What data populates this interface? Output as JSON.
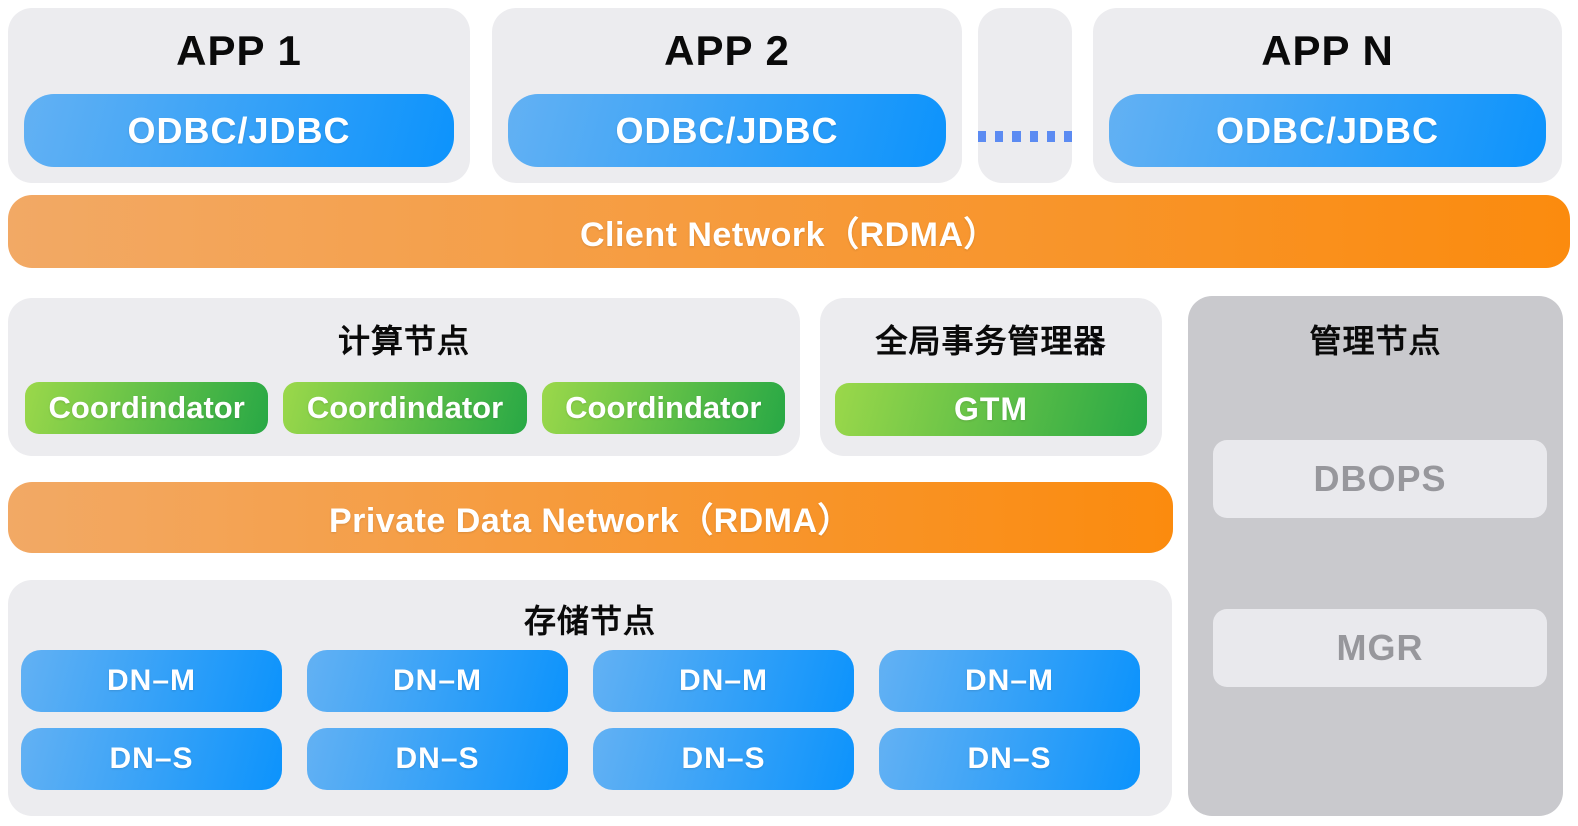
{
  "apps": [
    {
      "title": "APP 1",
      "driver": "ODBC/JDBC"
    },
    {
      "title": "APP 2",
      "driver": "ODBC/JDBC"
    },
    {
      "title": "APP N",
      "driver": "ODBC/JDBC"
    }
  ],
  "client_network": {
    "label": "Client Network（RDMA）"
  },
  "compute": {
    "title": "计算节点",
    "nodes": [
      "Coordindator",
      "Coordindator",
      "Coordindator"
    ]
  },
  "gtm": {
    "title": "全局事务管理器",
    "button": "GTM"
  },
  "management": {
    "title": "管理节点",
    "buttons": [
      "DBOPS",
      "MGR"
    ]
  },
  "private_network": {
    "label": "Private Data Network（RDMA）"
  },
  "storage": {
    "title": "存储节点",
    "columns": [
      {
        "master": "DN–M",
        "standby": "DN–S"
      },
      {
        "master": "DN–M",
        "standby": "DN–S"
      },
      {
        "master": "DN–M",
        "standby": "DN–S"
      },
      {
        "master": "DN–M",
        "standby": "DN–S"
      }
    ]
  },
  "colors": {
    "blue_gradient_start": "#63B1F3",
    "blue_gradient_end": "#0C93FC",
    "green_gradient_start": "#9BD84A",
    "green_gradient_end": "#28A845",
    "orange_gradient_start": "#F2A965",
    "orange_gradient_end": "#FB8B0E",
    "panel_light": "#ECECEF",
    "panel_dark": "#C9C9CD",
    "muted_button_bg": "#E9E9ED",
    "muted_button_text": "#97979C",
    "ellipsis_dot_blue": "#5C8BF2"
  }
}
